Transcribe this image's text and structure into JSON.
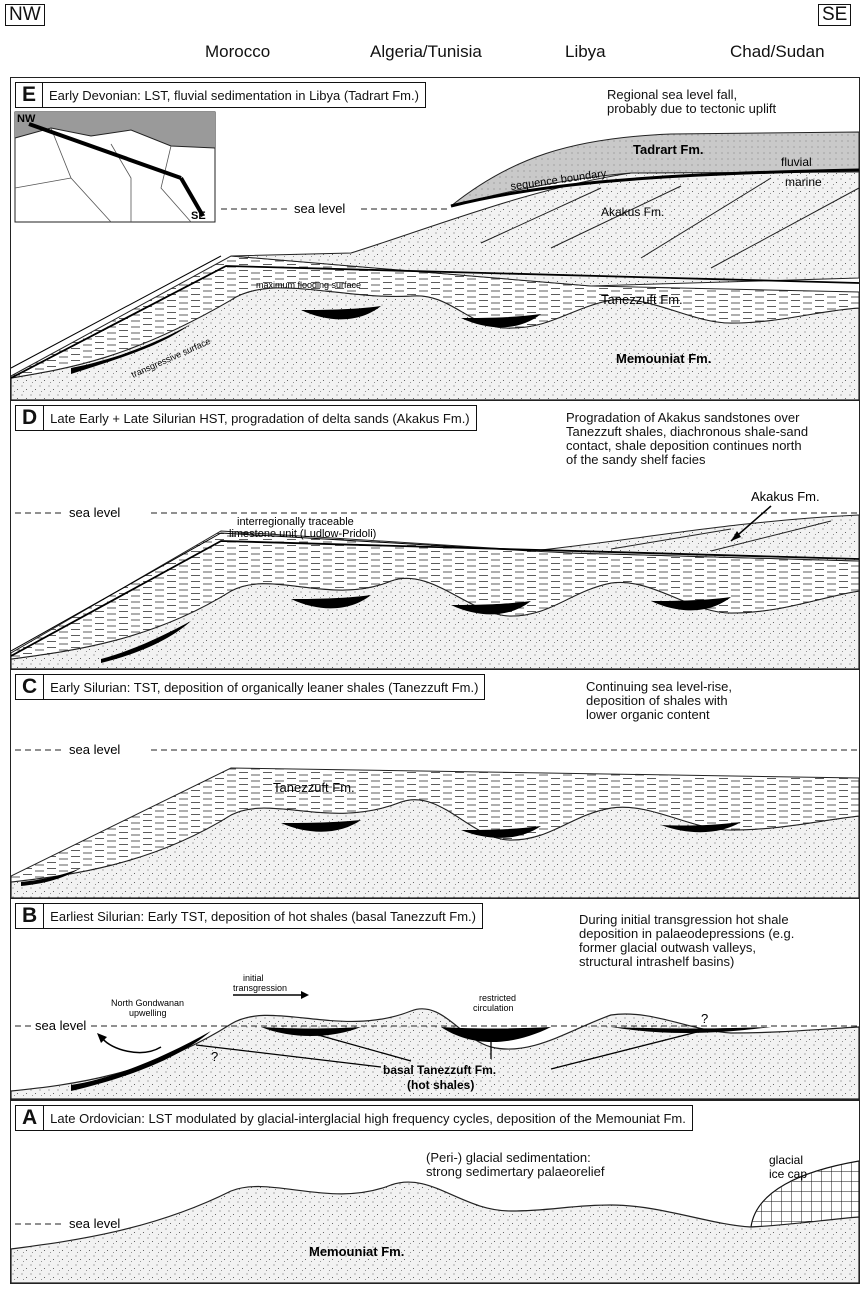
{
  "orientation": {
    "left": "NW",
    "right": "SE"
  },
  "regions": [
    "Morocco",
    "Algeria/Tunisia",
    "Libya",
    "Chad/Sudan"
  ],
  "sea_level_label": "sea level",
  "panels": {
    "E": {
      "letter": "E",
      "title": "Early Devonian: LST, fluvial sedimentation in Libya (Tadrart Fm.)",
      "note": "Regional sea level fall,\nprobably due to tectonic uplift",
      "labels": {
        "tadrart": "Tadrart Fm.",
        "sequence_boundary": "sequence boundary",
        "fluvial": "fluvial",
        "marine": "marine",
        "akakus": "Akakus Fm.",
        "mfs": "maximum flooding surface",
        "tanezzuft": "Tanezzuft Fm.",
        "transgressive": "transgressive surface",
        "memouniat": "Memouniat Fm."
      },
      "inset": {
        "nw": "NW",
        "se": "SE"
      }
    },
    "D": {
      "letter": "D",
      "title": "Late Early + Late Silurian HST, progradation of delta sands (Akakus Fm.)",
      "note": "Progradation of Akakus sandstones over\nTanezzuft shales, diachronous shale-sand\ncontact, shale deposition continues north\nof the sandy shelf facies",
      "labels": {
        "akakus": "Akakus Fm.",
        "limestone_1": "interregionally traceable",
        "limestone_2": "limestone unit (Ludlow-Pridoli)"
      }
    },
    "C": {
      "letter": "C",
      "title": "Early Silurian: TST, deposition of organically leaner shales (Tanezzuft Fm.)",
      "note": "Continuing sea level-rise,\ndeposition of shales with\nlower organic content",
      "labels": {
        "tanezzuft": "Tanezzuft Fm."
      }
    },
    "B": {
      "letter": "B",
      "title": "Earliest Silurian: Early TST, deposition of hot shales (basal Tanezzuft Fm.)",
      "note": "During initial transgression hot shale\ndeposition in palaeodepressions (e.g.\nformer glacial outwash valleys,\nstructural intrashelf basins)",
      "labels": {
        "upwelling_1": "North Gondwanan",
        "upwelling_2": "upwelling",
        "transgression_1": "initial",
        "transgression_2": "transgression",
        "restricted_1": "restricted",
        "restricted_2": "circulation",
        "basal_1": "basal Tanezzuft Fm.",
        "basal_2": "(hot shales)",
        "q": "?"
      }
    },
    "A": {
      "letter": "A",
      "title": "Late Ordovician: LST modulated by glacial-interglacial high frequency cycles, deposition of the Memouniat Fm.",
      "note": "(Peri-) glacial sedimentation:\nstrong sedimertary palaeorelief",
      "labels": {
        "ice_1": "glacial",
        "ice_2": "ice cap",
        "memouniat": "Memouniat Fm."
      }
    }
  }
}
